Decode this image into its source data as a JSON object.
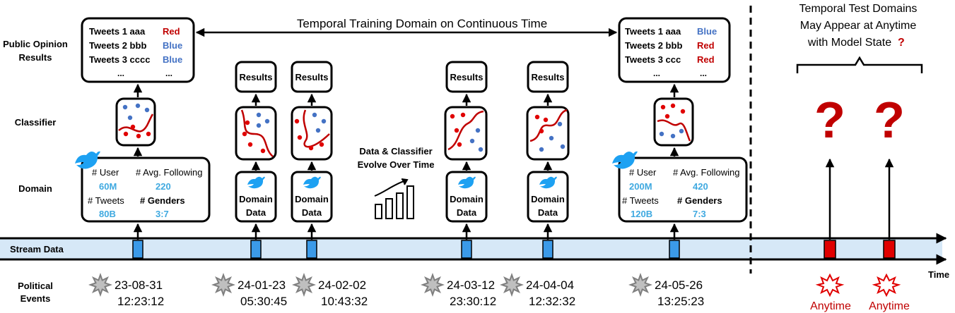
{
  "row_labels": {
    "public_opinion": [
      "Public Opinion",
      "Results"
    ],
    "classifier": "Classifier",
    "domain": "Domain",
    "stream": "Stream Data",
    "events": [
      "Political",
      "Events"
    ]
  },
  "banner": "Temporal Training Domain on Continuous Time",
  "test_title": [
    "Temporal Test Domains",
    "May Appear at Anytime"
  ],
  "test_title_line3": "with Model State",
  "test_title_mark": "?",
  "results_label": "Results",
  "domain_data_label": [
    "Domain",
    "Data"
  ],
  "evolve_label": [
    "Data & Classifier",
    "Evolve Over Time"
  ],
  "time_label": "Time",
  "anytime_label": "Anytime",
  "question_mark": "?",
  "opinion_left": {
    "rows": [
      {
        "tweet": "Tweets 1 aaa",
        "label": "Red"
      },
      {
        "tweet": "Tweets 2 bbb",
        "label": "Blue"
      },
      {
        "tweet": "Tweets 3 cccc",
        "label": "Blue"
      }
    ],
    "ellipsis": "..."
  },
  "opinion_right": {
    "rows": [
      {
        "tweet": "Tweets 1 aaa",
        "label": "Blue"
      },
      {
        "tweet": "Tweets 2 bbb",
        "label": "Red"
      },
      {
        "tweet": "Tweets 3 ccc",
        "label": "Red"
      }
    ],
    "ellipsis": "..."
  },
  "domain_left": {
    "user_label": "# User",
    "following_label": "# Avg. Following",
    "users": "60M",
    "following": "220",
    "tweets_label": "# Tweets",
    "genders_label": "# Genders",
    "tweets": "80B",
    "genders": "3:7"
  },
  "domain_right": {
    "user_label": "# User",
    "following_label": "# Avg. Following",
    "users": "200M",
    "following": "420",
    "tweets_label": "# Tweets",
    "genders_label": "# Genders",
    "tweets": "120B",
    "genders": "7:3"
  },
  "events": [
    {
      "date": "23-08-31",
      "time": "12:23:12"
    },
    {
      "date": "24-01-23",
      "time": "05:30:45"
    },
    {
      "date": "24-02-02",
      "time": "10:43:32"
    },
    {
      "date": "24-03-12",
      "time": "23:30:12"
    },
    {
      "date": "24-04-04",
      "time": "12:32:32"
    },
    {
      "date": "24-05-26",
      "time": "13:25:23"
    }
  ],
  "colors": {
    "stream_band": "#d6e8f7",
    "train_marker": "#3b9ae8",
    "test_marker": "#e00000",
    "accent_red": "#c00000",
    "blue_value": "#3fa9e0",
    "label_blue": "#4472c4",
    "twitter_blue": "#1da1f2",
    "event_icon": "#7f7f7f"
  }
}
